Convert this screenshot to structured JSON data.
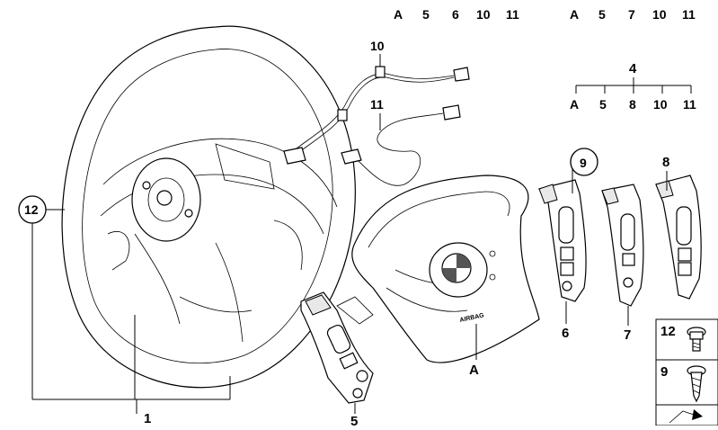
{
  "kit_top_left": [
    "A",
    "5",
    "6",
    "10",
    "11"
  ],
  "kit_top_right": [
    "A",
    "5",
    "7",
    "10",
    "11"
  ],
  "kit_4": {
    "number": "4",
    "items": [
      "A",
      "5",
      "8",
      "10",
      "11"
    ]
  },
  "callouts": {
    "c1": "1",
    "c5": "5",
    "c6": "6",
    "c7": "7",
    "c8": "8",
    "c9": "9",
    "c10": "10",
    "c11": "11",
    "c12": "12",
    "cA": "A"
  },
  "hardware_box": {
    "row1": "12",
    "row2": "9"
  },
  "airbag_text": "AIRBAG"
}
